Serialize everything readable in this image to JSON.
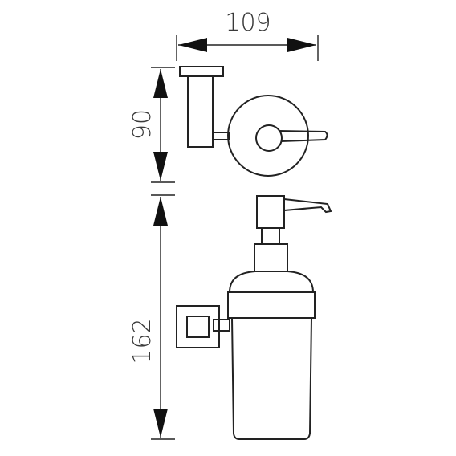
{
  "dimensions": {
    "width": "109",
    "holder_height": "90",
    "total_height": "162"
  }
}
